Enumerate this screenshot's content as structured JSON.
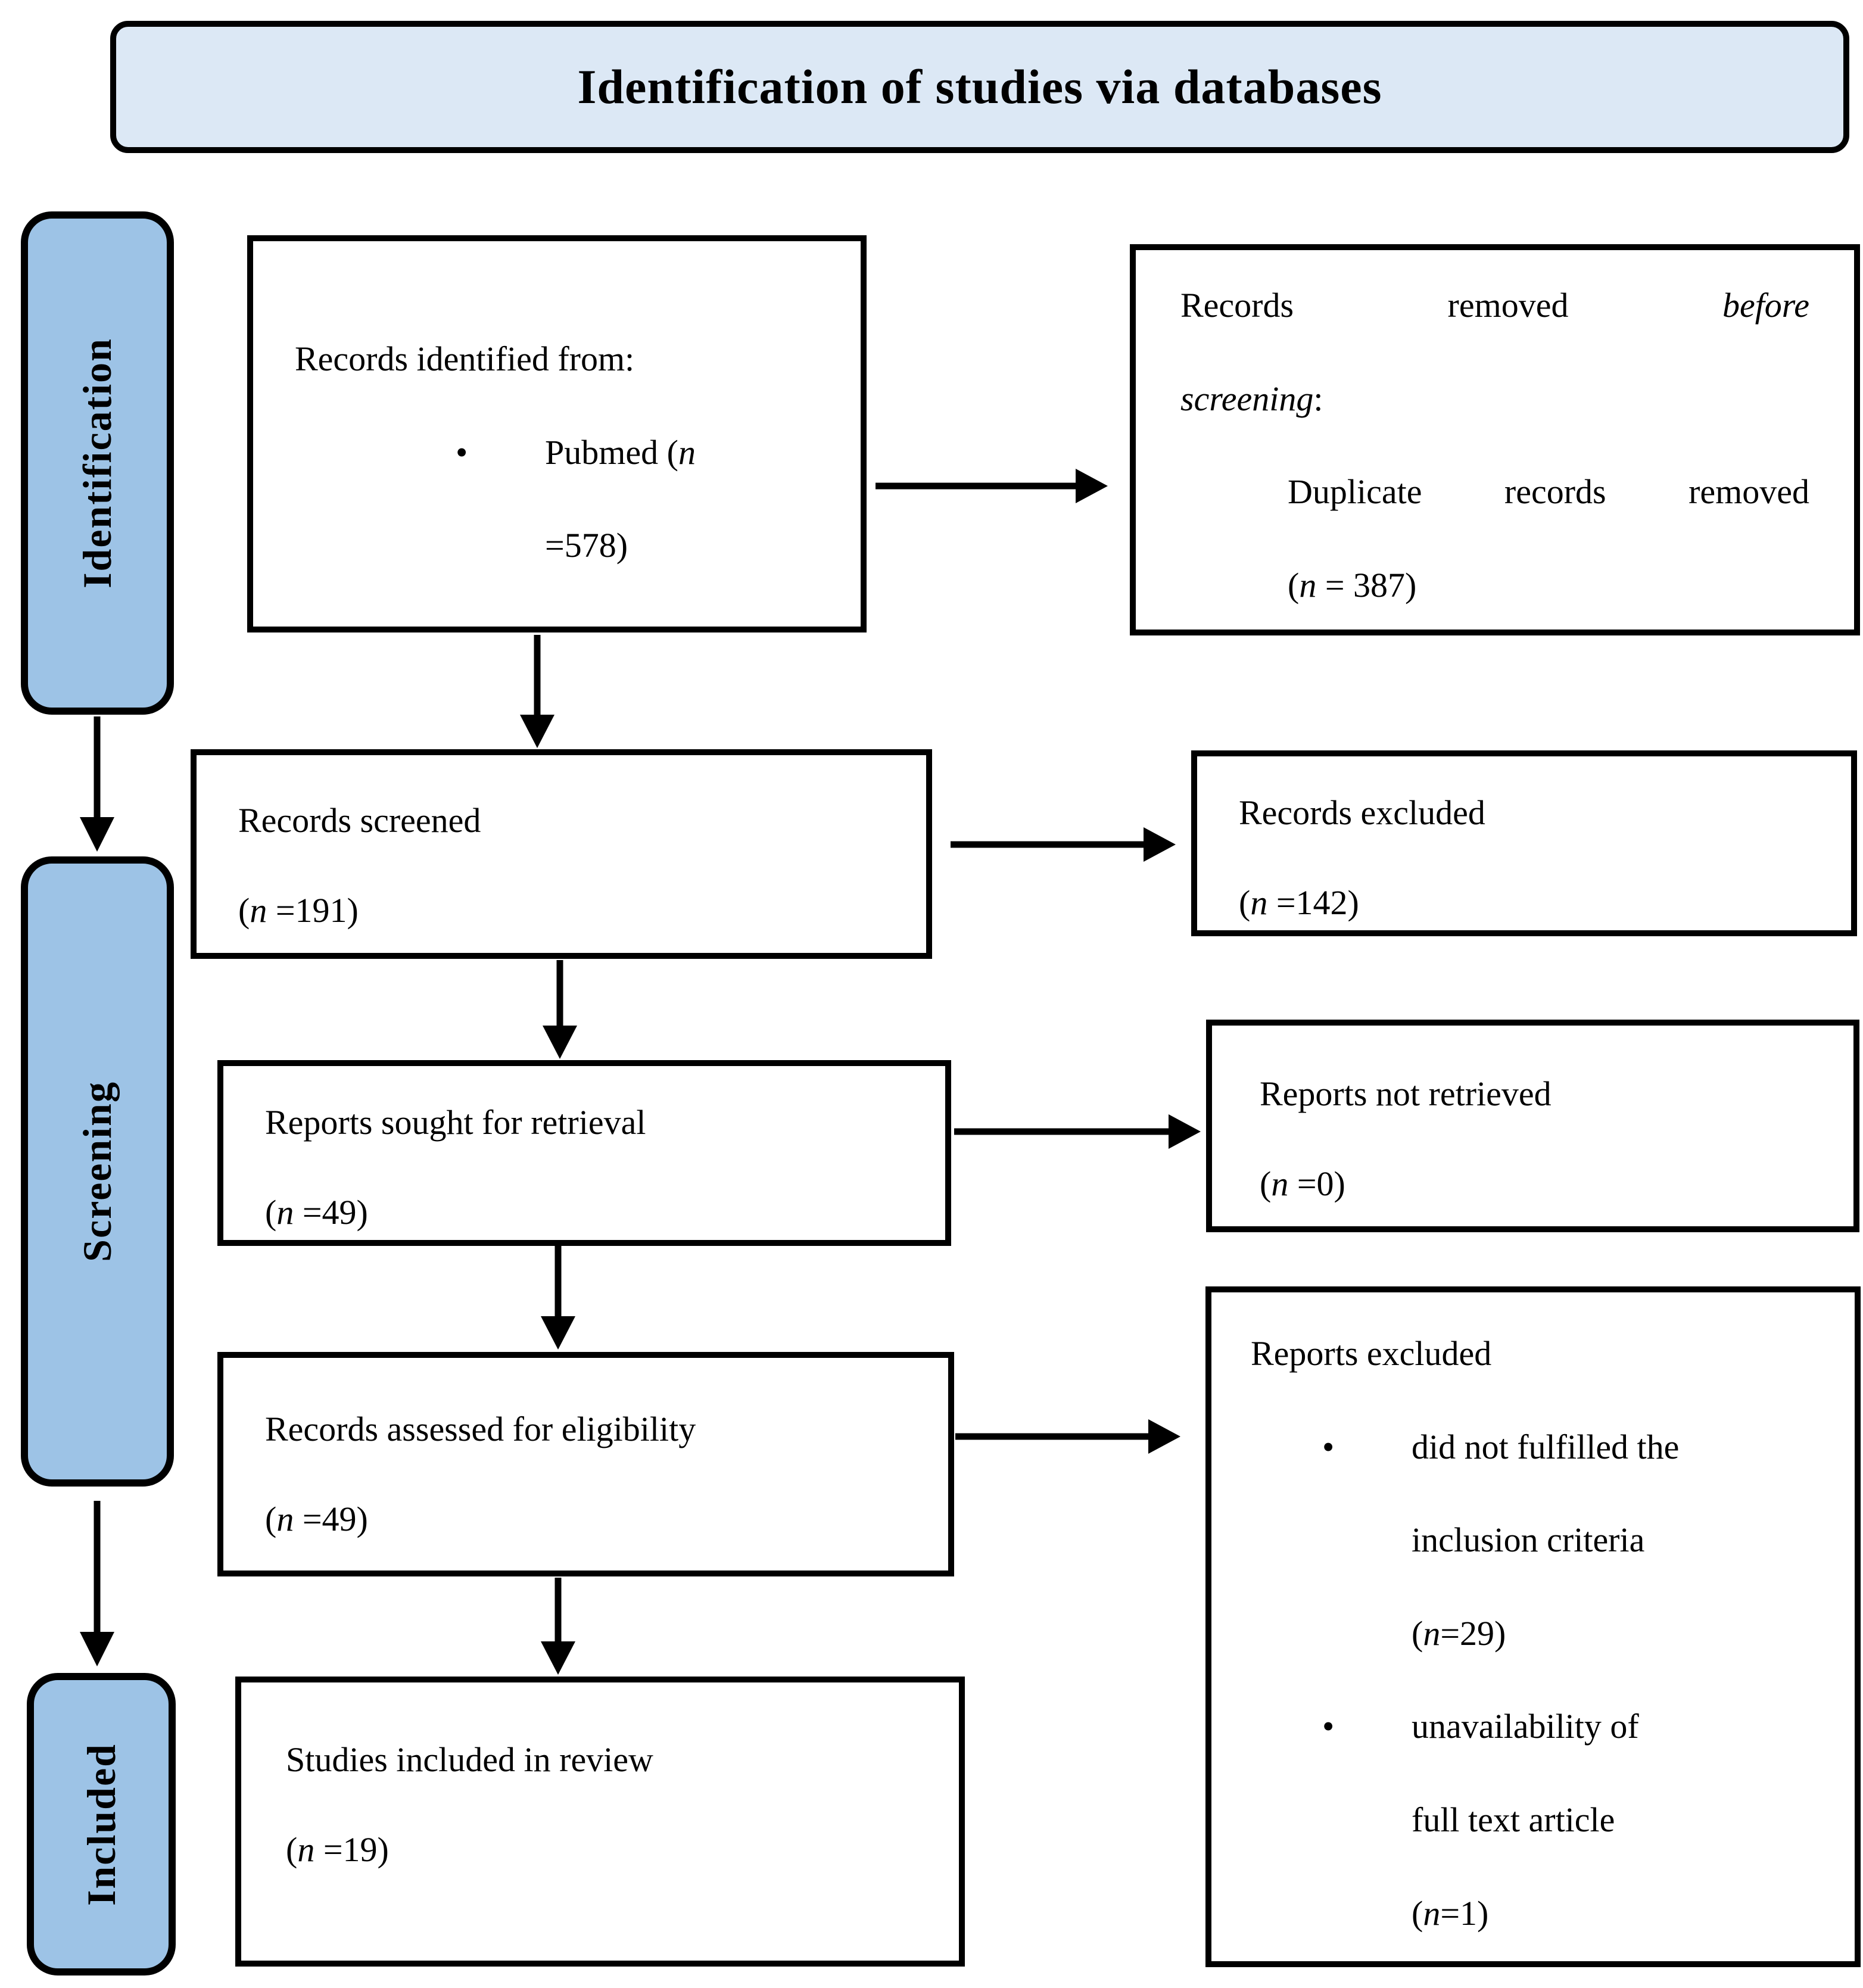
{
  "title": "Identification of studies via databases",
  "sidebar": {
    "identification": "Identification",
    "screening": "Screening",
    "included": "Included"
  },
  "symbols": {
    "bullet": "•"
  },
  "colors": {
    "banner_fill": "#dce8f5",
    "sidebar_fill": "#9dc3e6",
    "box_fill": "#ffffff",
    "line": "#000000"
  },
  "boxes": {
    "records_identified": {
      "heading": "Records identified from:",
      "item_pre": "Pubmed (",
      "item_n": "n",
      "item_line2": "=578)"
    },
    "records_removed": {
      "w1": "Records",
      "w2": "removed",
      "w3_italic": "before",
      "line2_italic": "screening",
      "line2_colon": ":",
      "d1": "Duplicate",
      "d2": "records",
      "d3": "removed",
      "count_open": "(",
      "count_n": "n",
      "count_rest": " = 387)"
    },
    "records_screened": {
      "heading": "Records screened",
      "count_open": "(",
      "count_n": "n",
      "count_rest": " =191)"
    },
    "records_excluded": {
      "heading": "Records excluded",
      "count_open": "(",
      "count_n": "n",
      "count_rest": " =142)"
    },
    "reports_sought": {
      "heading": "Reports sought for retrieval",
      "count_open": "(",
      "count_n": "n",
      "count_rest": " =49)"
    },
    "reports_not_retrieved": {
      "heading": "Reports not retrieved",
      "count_open": "(",
      "count_n": "n",
      "count_rest": " =0)"
    },
    "records_assessed": {
      "heading": "Records assessed for eligibility",
      "count_open": "(",
      "count_n": "n",
      "count_rest": " =49)"
    },
    "reports_excluded": {
      "heading": "Reports excluded",
      "bullet1_l1": "did not fulfilled the",
      "bullet1_l2": "inclusion criteria",
      "bullet1_open": "(",
      "bullet1_n": "n",
      "bullet1_rest": "=29)",
      "bullet2_l1": "unavailability of",
      "bullet2_l2": "full text article",
      "bullet2_open": "(",
      "bullet2_n": "n",
      "bullet2_rest": "=1)"
    },
    "studies_included": {
      "heading": "Studies included in review",
      "count_open": "(",
      "count_n": "n",
      "count_rest": " =19)"
    }
  }
}
